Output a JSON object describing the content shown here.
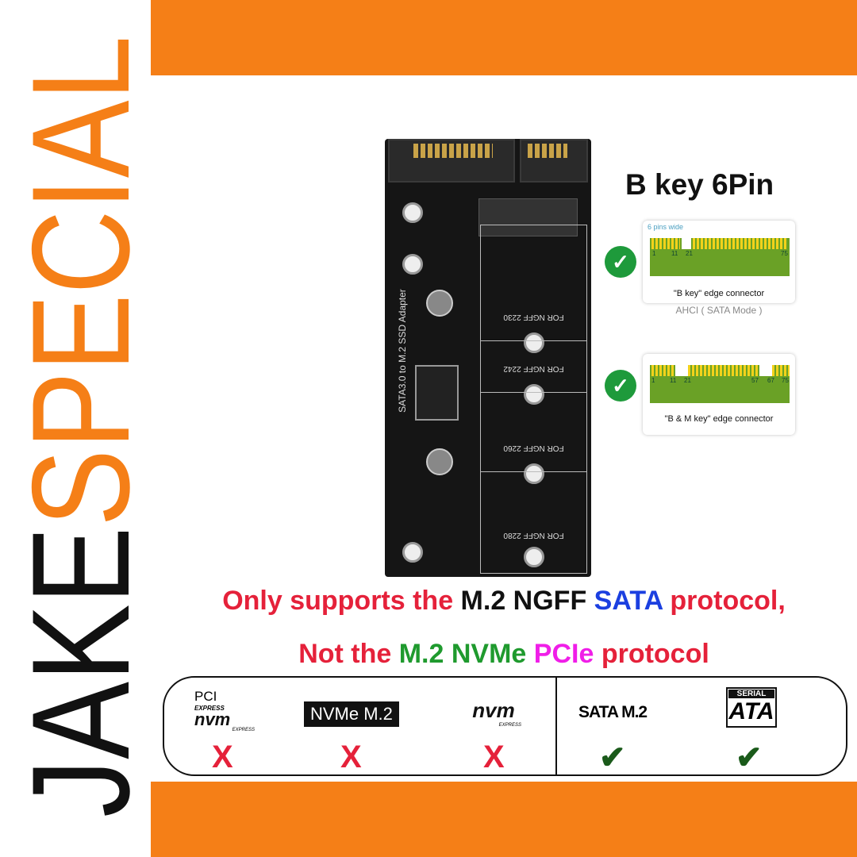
{
  "brand": {
    "part1": "JAKE",
    "part2": "SPECIAL",
    "color1": "#111111",
    "color2": "#f57f17"
  },
  "pcb": {
    "title": "SATA3.0 to M.2 SSD Adapter",
    "sizes": [
      "FOR NGFF 2230",
      "FOR NGFF 2242",
      "FOR NGFF 2260",
      "FOR NGFF 2280"
    ]
  },
  "key_info": {
    "heading": "B key 6Pin",
    "pins_wide": "6 pins wide",
    "b_key": {
      "label": "\"B key\" edge connector",
      "pins": [
        "1",
        "11",
        "21",
        "75"
      ]
    },
    "mode": "AHCI ( SATA Mode )",
    "bm_key": {
      "label": "\"B & M key\" edge connector",
      "pins": [
        "1",
        "11",
        "21",
        "57",
        "67",
        "75"
      ]
    }
  },
  "notice": {
    "line1": [
      "Only supports the ",
      "M.2 NGFF ",
      "SATA",
      " protocol,"
    ],
    "line2": [
      "Not the ",
      "M.2 NVMe ",
      "PCIe",
      " protocol"
    ]
  },
  "compat": {
    "items": [
      {
        "logo_top": "PCI",
        "logo_sub": "EXPRESS",
        "logo_main": "nvm",
        "logo_foot": "EXPRESS",
        "mark": "X"
      },
      {
        "logo_main": "NVMe M.2",
        "mark": "X"
      },
      {
        "logo_main": "nvm",
        "logo_foot": "EXPRESS",
        "mark": "X"
      },
      {
        "logo_main": "SATA M.2",
        "mark": "✔"
      },
      {
        "logo_top": "SERIAL",
        "logo_main": "ATA",
        "mark": "✔"
      }
    ]
  }
}
